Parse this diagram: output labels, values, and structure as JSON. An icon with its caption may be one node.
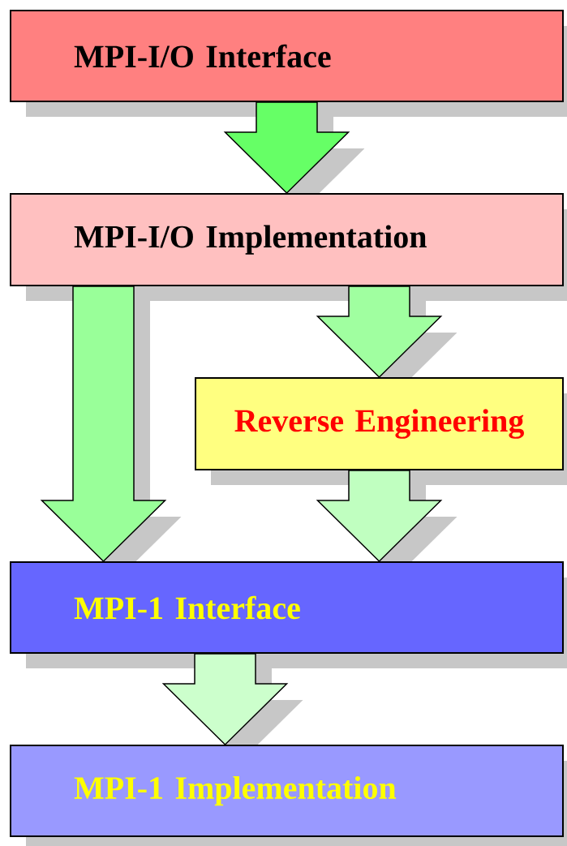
{
  "diagram": {
    "nodes": [
      {
        "text": [
          "MPI-I/O Interface"
        ]
      },
      {
        "text": [
          "MPI-I/O Implementation"
        ]
      },
      {
        "text": [
          "Reverse Engineering"
        ]
      },
      {
        "text": [
          "MPI-1 Interface"
        ]
      },
      {
        "text": [
          "MPI-1 Implementation"
        ]
      }
    ],
    "edges": [
      {
        "from": 0,
        "to": 1,
        "arrow": "to",
        "color": "#66ff66"
      },
      {
        "from": 1,
        "to": 3,
        "arrow": "to",
        "color": "#99ff99"
      },
      {
        "from": 1,
        "to": 2,
        "arrow": "to",
        "color": "#a0ffa0"
      },
      {
        "from": 2,
        "to": 3,
        "arrow": "to",
        "color": "#c0ffc0"
      },
      {
        "from": 3,
        "to": 4,
        "arrow": "to",
        "color": "#ccffcc"
      }
    ]
  }
}
